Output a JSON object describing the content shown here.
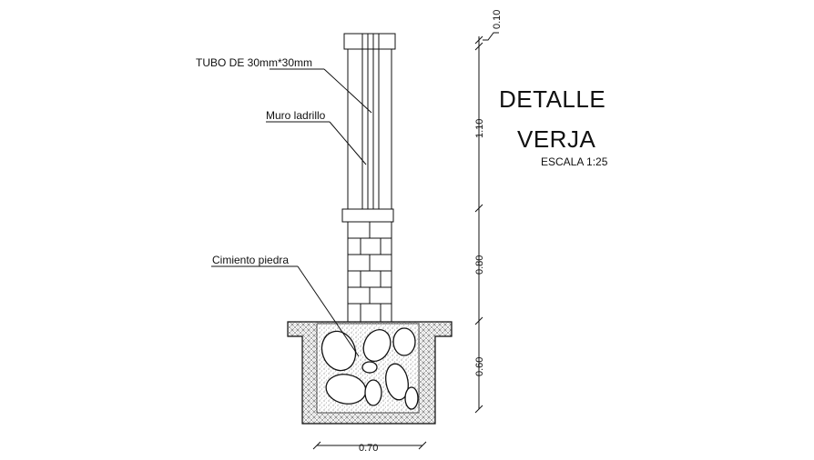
{
  "title": {
    "line1": "DETALLE",
    "line2": "VERJA",
    "scale": "ESCALA 1:25"
  },
  "labels": {
    "tube": "TUBO DE 30mm*30mm",
    "wall": "Muro ladrillo",
    "foundation": "Cimiento piedra"
  },
  "dimensions": {
    "top": "0.10",
    "upper": "1.10",
    "middle": "0.80",
    "lower": "0.60",
    "width": "0.70"
  }
}
